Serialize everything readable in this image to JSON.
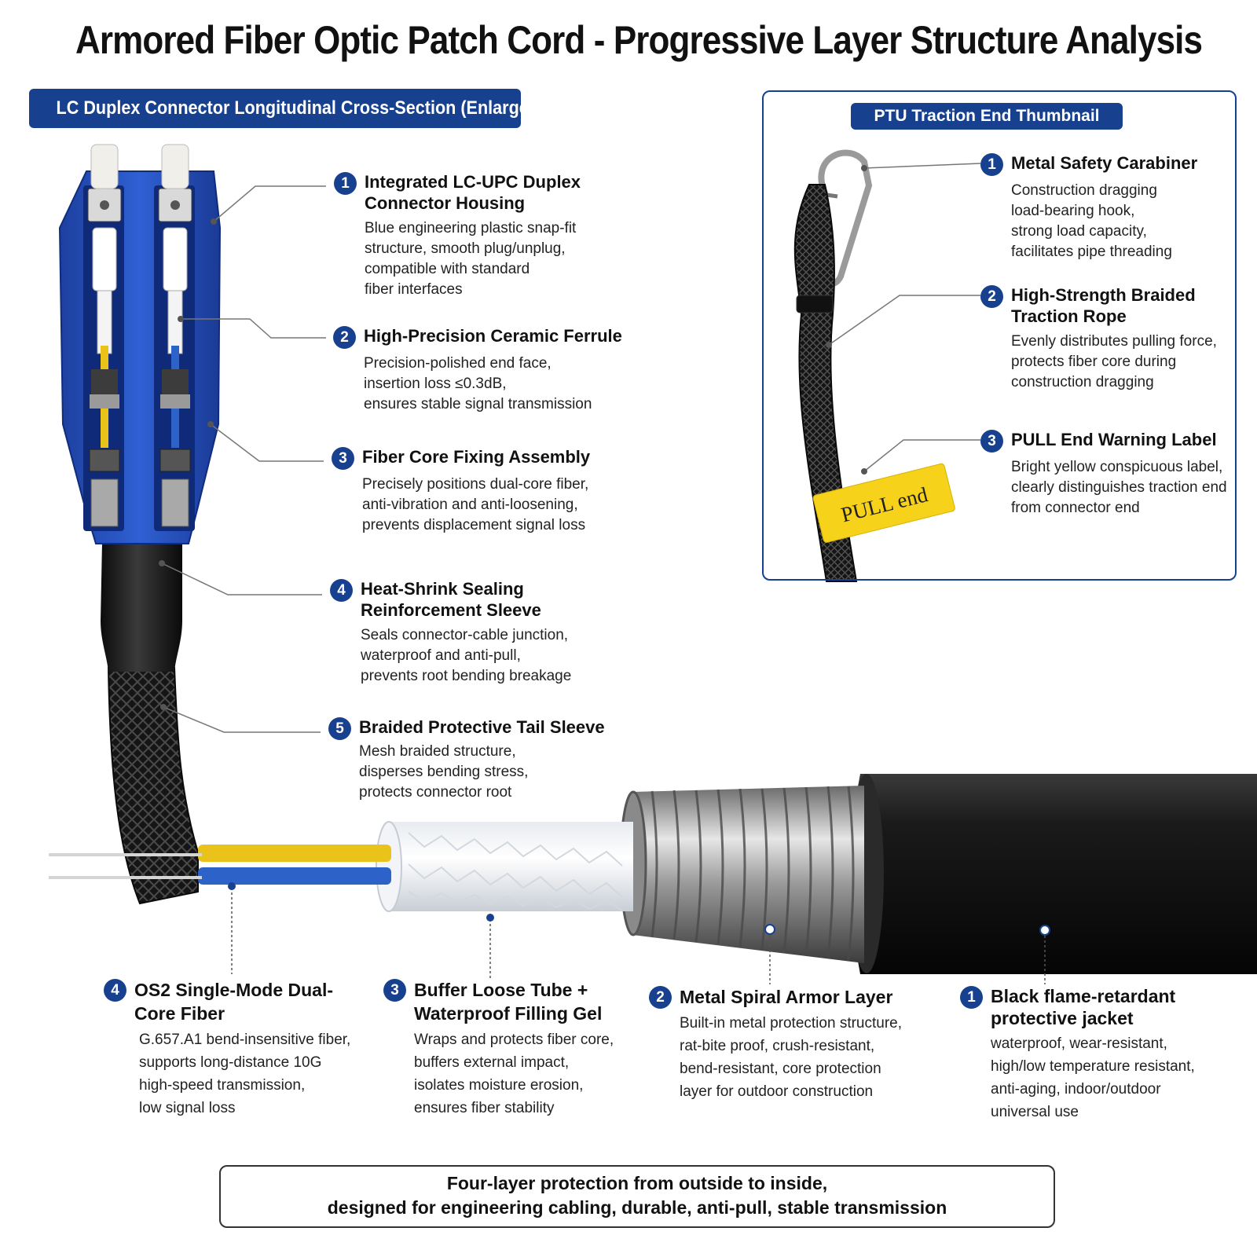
{
  "title": "Armored Fiber Optic Patch Cord - Progressive Layer Structure Analysis",
  "lc_section": {
    "label": "LC Duplex Connector Longitudinal Cross-Section (Enlarged)",
    "callouts": [
      {
        "num": "1",
        "title": "Integrated LC-UPC Duplex Connector Housing",
        "desc": [
          "Blue engineering plastic snap-fit",
          "structure, smooth plug/unplug,",
          "compatible with standard",
          "fiber interfaces"
        ]
      },
      {
        "num": "2",
        "title": "High-Precision Ceramic Ferrule",
        "desc": [
          "Precision-polished end face,",
          "insertion loss ≤0.3dB,",
          "ensures stable signal transmission"
        ]
      },
      {
        "num": "3",
        "title": "Fiber Core Fixing Assembly",
        "desc": [
          "Precisely positions dual-core fiber,",
          "anti-vibration and anti-loosening,",
          "prevents displacement signal loss"
        ]
      },
      {
        "num": "4",
        "title": "Heat-Shrink Sealing Reinforcement Sleeve",
        "desc": [
          "Seals connector-cable junction,",
          "waterproof and anti-pull,",
          "prevents root bending breakage"
        ]
      },
      {
        "num": "5",
        "title": "Braided Protective Tail Sleeve",
        "desc": [
          "Mesh braided structure,",
          "disperses bending stress,",
          "protects connector root"
        ]
      }
    ]
  },
  "ptu_section": {
    "label": "PTU Traction End Thumbnail",
    "tag_text": "PULL  end",
    "callouts": [
      {
        "num": "1",
        "title": "Metal Safety Carabiner",
        "desc": [
          "Construction dragging",
          "load-bearing hook,",
          "strong load capacity,",
          "facilitates pipe threading"
        ]
      },
      {
        "num": "2",
        "title": "High-Strength Braided Traction Rope",
        "desc": [
          "Evenly distributes pulling force,",
          "protects fiber core during",
          "construction dragging"
        ]
      },
      {
        "num": "3",
        "title": "PULL End Warning Label",
        "desc": [
          "Bright yellow conspicuous label,",
          "clearly distinguishes traction end",
          "from connector end"
        ]
      }
    ]
  },
  "layers": [
    {
      "num": "4",
      "title": "OS2 Single-Mode Dual-Core Fiber",
      "desc": [
        "G.657.A1 bend-insensitive fiber,",
        "supports long-distance 10G",
        "high-speed transmission,",
        "low signal loss"
      ]
    },
    {
      "num": "3",
      "title": "Buffer Loose Tube + Waterproof Filling Gel",
      "desc": [
        "Wraps and protects fiber core,",
        "buffers external impact,",
        "isolates moisture erosion,",
        "ensures fiber stability"
      ]
    },
    {
      "num": "2",
      "title": "Metal Spiral Armor Layer",
      "desc": [
        "Built-in metal protection structure,",
        "rat-bite proof, crush-resistant,",
        "bend-resistant, core protection",
        "layer for outdoor construction"
      ]
    },
    {
      "num": "1",
      "title": "Black flame-retardant protective jacket",
      "desc": [
        "waterproof, wear-resistant,",
        "high/low temperature resistant,",
        "anti-aging, indoor/outdoor",
        "universal use"
      ]
    }
  ],
  "summary": [
    "Four-layer protection from outside to inside,",
    "designed for engineering cabling, durable, anti-pull, stable transmission"
  ],
  "colors": {
    "accent": "#17418f",
    "connector_blue": "#2a56c6",
    "tag_yellow": "#f6d21b",
    "fiber_yellow": "#e9c21a",
    "fiber_blue": "#2d63c8"
  }
}
